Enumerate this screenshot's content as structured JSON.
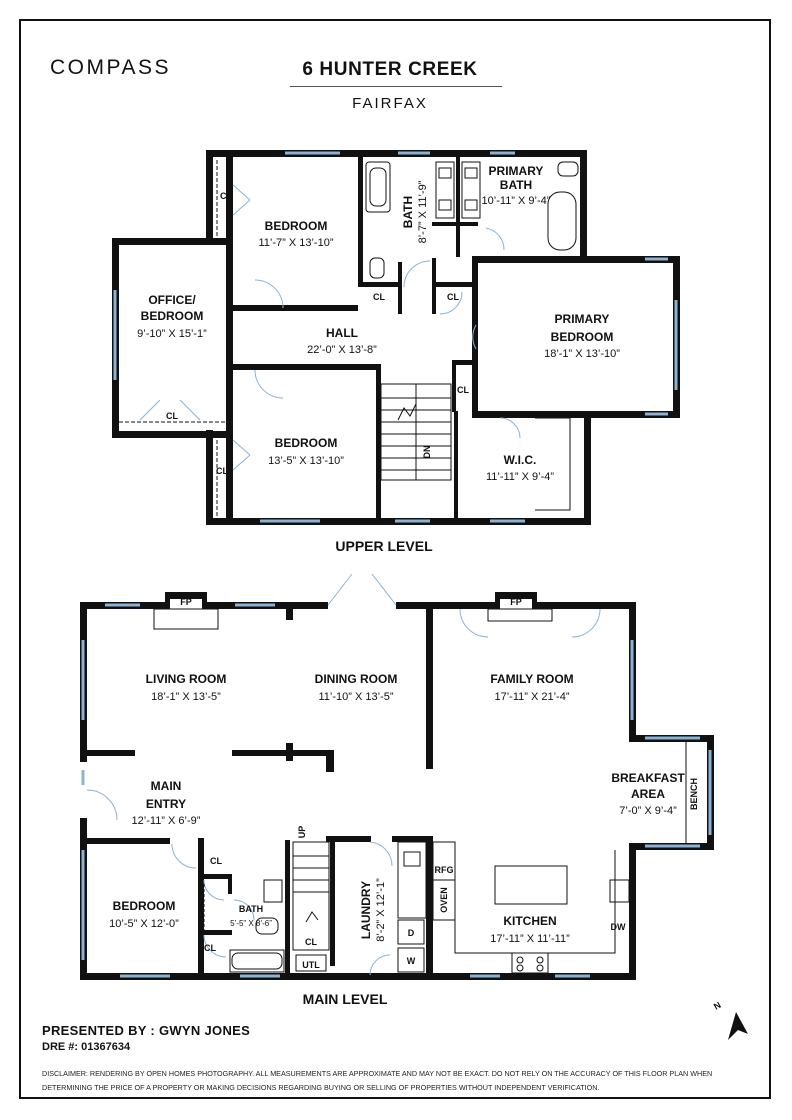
{
  "header": {
    "brand": "COMPASS",
    "title": "6 HUNTER CREEK",
    "subtitle": "FAIRFAX"
  },
  "upper_level": {
    "label": "UPPER LEVEL",
    "rooms": {
      "bedroom1": {
        "name": "BEDROOM",
        "dims": "11’-7” X 13’-10”"
      },
      "bath": {
        "name": "BATH",
        "dims": "8’-7” X 11’-9”"
      },
      "primary_bath": {
        "name_1": "PRIMARY",
        "name_2": "BATH",
        "dims": "10’-11” X 9’-4”"
      },
      "office": {
        "name_1": "OFFICE/",
        "name_2": "BEDROOM",
        "dims": "9’-10” X 15’-1”"
      },
      "hall": {
        "name": "HALL",
        "dims": "22’-0” X 13’-8”"
      },
      "primary_bedroom": {
        "name_1": "PRIMARY",
        "name_2": "BEDROOM",
        "dims": "18’-1” X 13’-10”"
      },
      "bedroom2": {
        "name": "BEDROOM",
        "dims": "13’-5” X 13’-10”"
      },
      "wic": {
        "name": "W.I.C.",
        "dims": "11’-11” X 9’-4”"
      }
    },
    "closet_label": "CL",
    "stairs_label": "DN"
  },
  "main_level": {
    "label": "MAIN LEVEL",
    "rooms": {
      "living": {
        "name": "LIVING ROOM",
        "dims": "18’-1” X 13’-5”"
      },
      "dining": {
        "name": "DINING ROOM",
        "dims": "11’-10” X 13’-5”"
      },
      "family": {
        "name": "FAMILY ROOM",
        "dims": "17’-11” X 21’-4”"
      },
      "breakfast": {
        "name_1": "BREAKFAST",
        "name_2": "AREA",
        "dims": "7’-0” X 9’-4”"
      },
      "entry": {
        "name_1": "MAIN",
        "name_2": "ENTRY",
        "dims": "12’-11” X 6’-9”"
      },
      "bedroom": {
        "name": "BEDROOM",
        "dims": "10’-5” X 12’-0”"
      },
      "bath": {
        "name": "BATH",
        "dims": "5’-5” X 8’-6”"
      },
      "laundry": {
        "name": "LAUNDRY",
        "dims": "8’-2” X 12’-1”"
      },
      "kitchen": {
        "name": "KITCHEN",
        "dims": "17’-11” X 11’-11”"
      }
    },
    "fixtures": {
      "fireplace": "FP",
      "closet": "CL",
      "utility": "UTL",
      "refrigerator": "RFG",
      "oven": "OVEN",
      "dishwasher": "DW",
      "dryer": "D",
      "washer": "W",
      "bench": "BENCH",
      "stairs_up": "UP"
    }
  },
  "compass_rose": "N",
  "footer": {
    "presented_by": "PRESENTED BY : GWYN JONES",
    "dre": "DRE #: 01367634",
    "disclaimer": "DISCLAIMER: RENDERING BY OPEN HOMES PHOTOGRAPHY. ALL MEASUREMENTS ARE APPROXIMATE AND MAY NOT BE EXACT. DO NOT RELY ON THE ACCURACY OF THIS FLOOR PLAN WHEN DETERMINING THE PRICE OF A PROPERTY OR MAKING DECISIONS REGARDING BUYING OR SELLING OF PROPERTIES WITHOUT INDEPENDENT VERIFICATION."
  }
}
